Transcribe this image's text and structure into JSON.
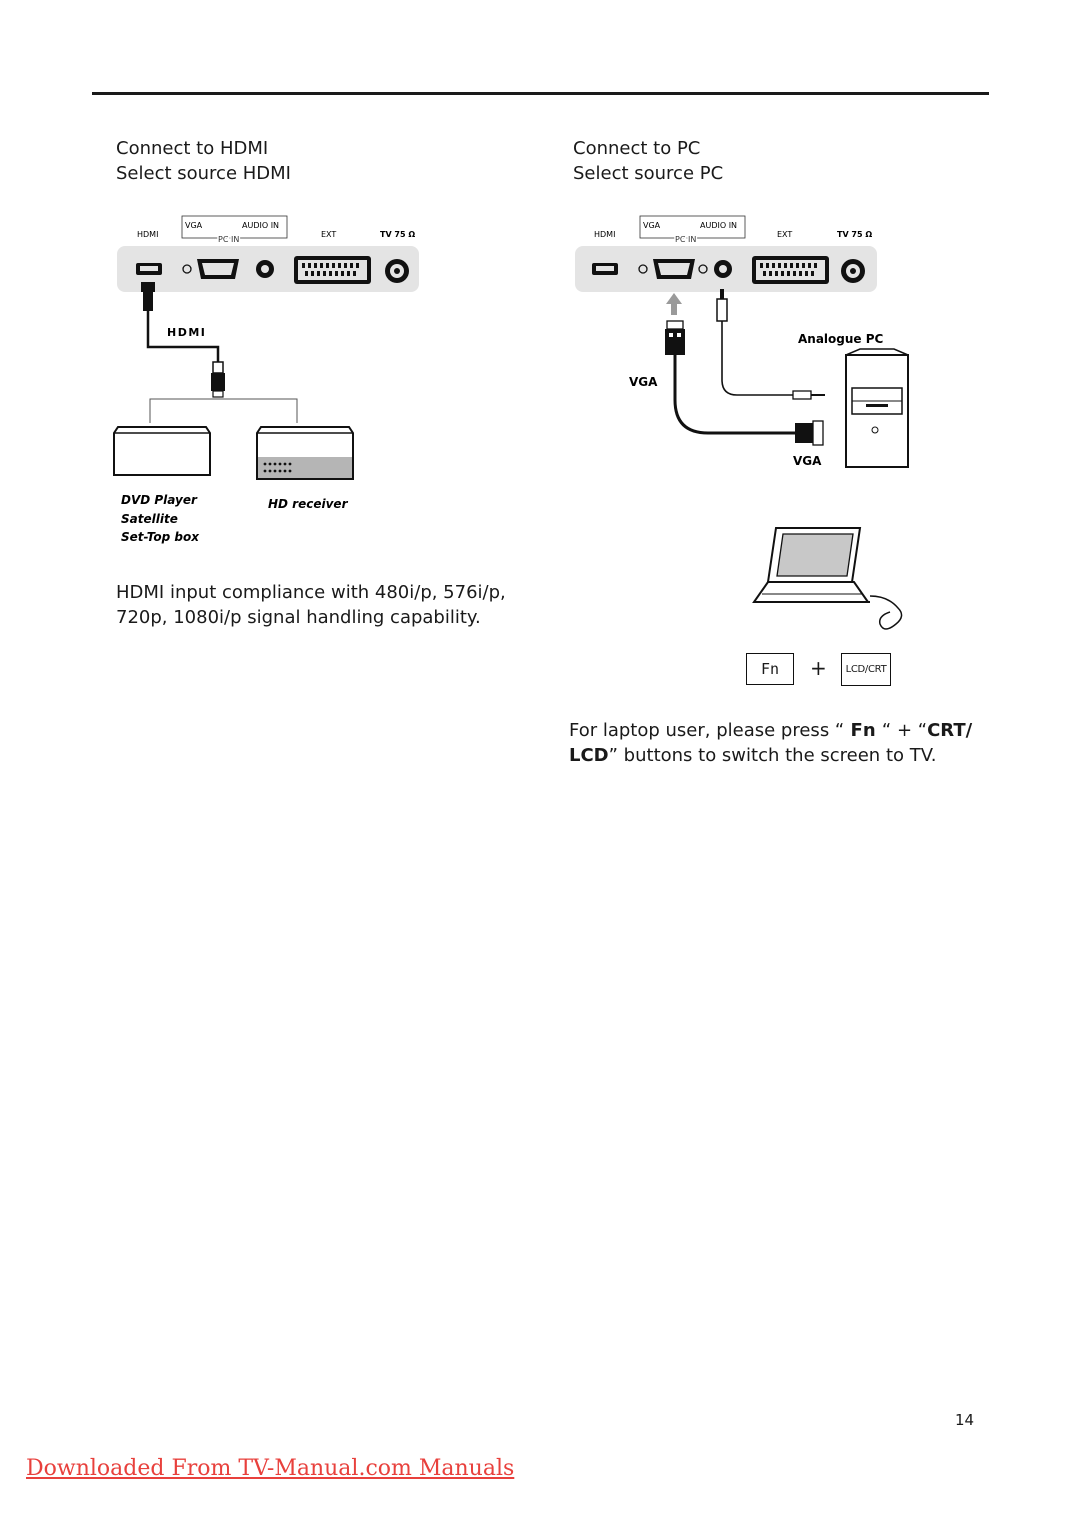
{
  "left": {
    "line1": "Connect to HDMI",
    "line2": "Select source HDMI",
    "panel": {
      "hdmi": "HDMI",
      "vga": "VGA",
      "audio_in": "AUDIO IN",
      "pc_in": "PC IN",
      "ext": "EXT",
      "tv": "TV 75 Ω"
    },
    "cable_label": "HDMI",
    "device1_lines": [
      "DVD Player",
      "Satellite",
      "Set-Top box"
    ],
    "device2": "HD receiver",
    "compliance": "HDMI input compliance with 480i/p, 576i/p, 720p, 1080i/p signal handling capability."
  },
  "right": {
    "line1": "Connect to PC",
    "line2": "Select source PC",
    "panel": {
      "hdmi": "HDMI",
      "vga": "VGA",
      "audio_in": "AUDIO IN",
      "pc_in": "PC IN",
      "ext": "EXT",
      "tv": "TV 75 Ω"
    },
    "analogue_pc": "Analogue PC",
    "vga_cable": "VGA",
    "vga_port": "VGA",
    "key_fn": "Fn",
    "plus": "+",
    "key_lcd": "LCD/CRT",
    "note": {
      "prefix": "For laptop user, please press “",
      "fn": " Fn ",
      "mid": "“ + “",
      "crt": "CRT/ LCD",
      "suffix": "” buttons to switch the screen to TV."
    }
  },
  "page_number": "14",
  "footer_link": "Downloaded From TV-Manual.com Manuals",
  "colors": {
    "footer": "#e8403c",
    "panel": "#e4e4e4",
    "arrow": "#9a9a9a"
  }
}
